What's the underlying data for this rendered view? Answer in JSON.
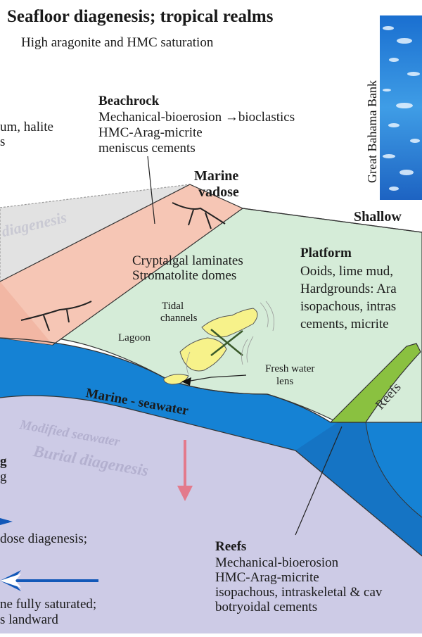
{
  "title": "Seafloor diagenesis; tropical realms",
  "subtitle": "High aragonite and HMC saturation",
  "photo_caption": "Great Bahama Bank",
  "beachrock": {
    "heading": "Beachrock",
    "line1": "Mechanical-bioerosion →bioclastics",
    "line2": "HMC-Arag-micrite",
    "line3": "meniscus cements"
  },
  "left_cut": {
    "line1": "um, halite",
    "line2": "s"
  },
  "marine_vadose": {
    "line1": "Marine",
    "line2": "vadose"
  },
  "shallow": "Shallow",
  "diagenesis_faint": "diagenesis",
  "laminates": {
    "line1": "Cryptalgal laminates",
    "line2": "Stromatolite domes"
  },
  "platform": {
    "heading": "Platform",
    "line1": "Ooids, lime mud,",
    "line2": "Hardgrounds: Ara",
    "line3": "isopachous, intras",
    "line4": "cements, micrite"
  },
  "tidal_channels": {
    "line1": "Tidal",
    "line2": "channels"
  },
  "lagoon": "Lagoon",
  "fresh_water": {
    "line1": "Fresh water",
    "line2": "lens"
  },
  "reefs_zone": "Reefs",
  "marine_seawater": "Marine - seawater",
  "modified_seawater": "Modified seawater",
  "burial_diagenesis": "Burial diagenesis",
  "left_mid": {
    "line1": "g",
    "line2": "g"
  },
  "vadose_diagenesis": "dose diagenesis;",
  "fully_saturated": {
    "line1": "ne fully saturated;",
    "line2": "s landward"
  },
  "reefs_box": {
    "heading": "Reefs",
    "line1": "Mechanical-bioerosion",
    "line2": "HMC-Arag-micrite",
    "line3": "isopachous, intraskeletal & cav",
    "line4": "botryoidal cements"
  },
  "colors": {
    "beach": "#f6c6b5",
    "platform": "#d5ecd8",
    "seawater": "#1582d4",
    "burial": "#cdcbe6",
    "reef": "#8ac140",
    "shoal": "#f7f28a",
    "arrow_pink": "#e37a8c",
    "arrow_blue": "#1258b8",
    "upland": "#e2e2e2"
  }
}
